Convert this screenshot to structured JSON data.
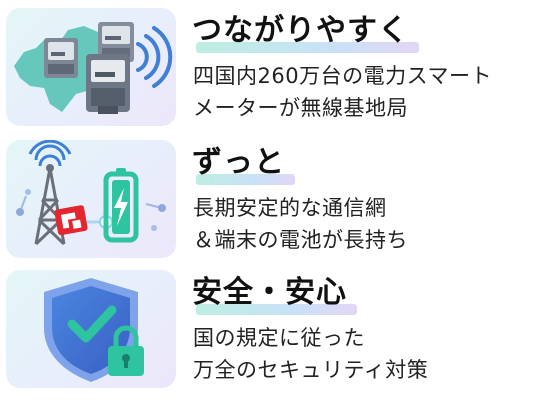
{
  "features": [
    {
      "title": "つながりやすく",
      "lines": [
        "四国内260万台の電力スマート",
        "メーターが無線基地局"
      ],
      "icon": "smart-meter-wireless-icon"
    },
    {
      "title": "ずっと",
      "lines": [
        "長期安定的な通信網",
        "＆端末の電池が長持ち"
      ],
      "icon": "antenna-battery-icon"
    },
    {
      "title": "安全・安心",
      "lines": [
        "国の規定に従った",
        "万全のセキュリティ対策"
      ],
      "icon": "shield-lock-icon"
    }
  ],
  "colors": {
    "teal": "#2bb3a3",
    "blue": "#3f7fd6",
    "purple": "#8a6fd8",
    "green": "#2ec4a0",
    "red": "#e3262f",
    "card_bg": "#e6f0fa"
  }
}
